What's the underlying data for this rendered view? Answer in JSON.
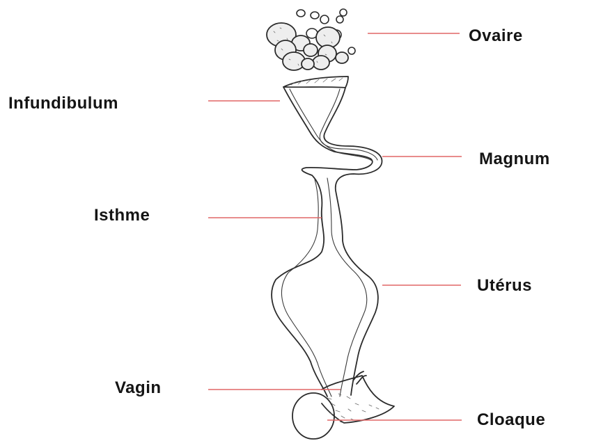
{
  "labels": {
    "ovaire": "Ovaire",
    "infundibulum": "Infundibulum",
    "magnum": "Magnum",
    "isthme": "Isthme",
    "uterus": "Utérus",
    "vagin": "Vagin",
    "cloaque": "Cloaque"
  },
  "colors": {
    "leader_line": "#e06666",
    "outline": "#2b2b2b",
    "label_text": "#141414"
  }
}
